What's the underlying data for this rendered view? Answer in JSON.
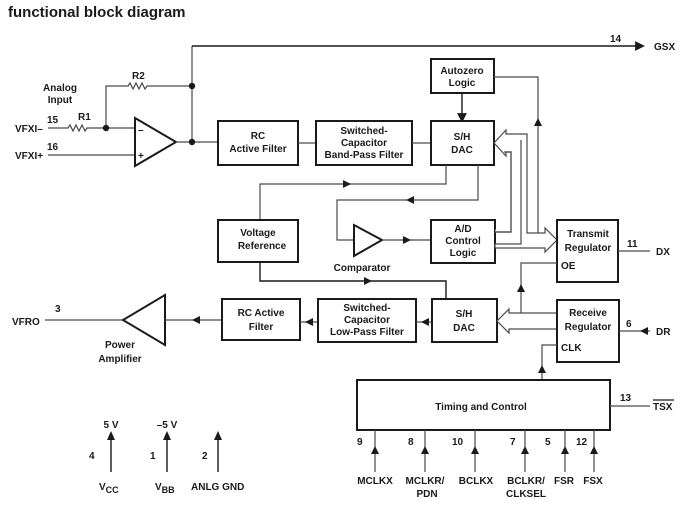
{
  "title": "functional block diagram",
  "blocks": {
    "rc_active_filter_tx": [
      "RC",
      "Active Filter"
    ],
    "bandpass_filter": [
      "Switched-",
      "Capacitor",
      "Band-Pass Filter"
    ],
    "autozero": [
      "Autozero",
      "Logic"
    ],
    "sh_dac_tx": [
      "S/H",
      "DAC"
    ],
    "voltage_reference": [
      "Voltage",
      "Reference"
    ],
    "ad_control": [
      "A/D",
      "Control",
      "Logic"
    ],
    "transmit_regulator": [
      "Transmit",
      "Regulator"
    ],
    "transmit_regulator_oe": "OE",
    "receive_regulator": [
      "Receive",
      "Regulator"
    ],
    "receive_regulator_clk": "CLK",
    "rc_active_filter_rx": [
      "RC Active",
      "Filter"
    ],
    "lowpass_filter": [
      "Switched-",
      "Capacitor",
      "Low-Pass Filter"
    ],
    "sh_dac_rx": [
      "S/H",
      "DAC"
    ],
    "timing_control": "Timing and Control"
  },
  "components": {
    "analog_input": [
      "Analog",
      "Input"
    ],
    "r1": "R1",
    "r2": "R2",
    "opamp_minus": "–",
    "opamp_plus": "+",
    "comparator": "Comparator",
    "power_amplifier": [
      "Power",
      "Amplifier"
    ]
  },
  "pins": {
    "vfxi_minus": {
      "name": "VFXI–",
      "number": "15"
    },
    "vfxi_plus": {
      "name": "VFXI+",
      "number": "16"
    },
    "gsx": {
      "name": "GSX",
      "number": "14"
    },
    "dx": {
      "name": "DX",
      "number": "11"
    },
    "dr": {
      "name": "DR",
      "number": "6"
    },
    "tsx": {
      "name": "TSX",
      "number": "13"
    },
    "vfro": {
      "name": "VFRO",
      "number": "3"
    },
    "mclkx": {
      "name": [
        "MCLKX"
      ],
      "number": "9"
    },
    "mclkr_pdn": {
      "name": [
        "MCLKR/",
        "PDN"
      ],
      "number": "8"
    },
    "bclkx": {
      "name": [
        "BCLKX"
      ],
      "number": "10"
    },
    "bclkr_clksel": {
      "name": [
        "BCLKR/",
        "CLKSEL"
      ],
      "number": "7"
    },
    "fsr": {
      "name": [
        "FSR"
      ],
      "number": "5"
    },
    "fsx": {
      "name": [
        "FSX"
      ],
      "number": "12"
    }
  },
  "power": {
    "vcc": {
      "main": "V",
      "sub": "CC",
      "number": "4",
      "voltage": "5 V"
    },
    "vbb": {
      "main": "V",
      "sub": "BB",
      "number": "1",
      "voltage": "–5 V"
    },
    "gnd": {
      "name": "ANLG GND",
      "number": "2"
    }
  }
}
